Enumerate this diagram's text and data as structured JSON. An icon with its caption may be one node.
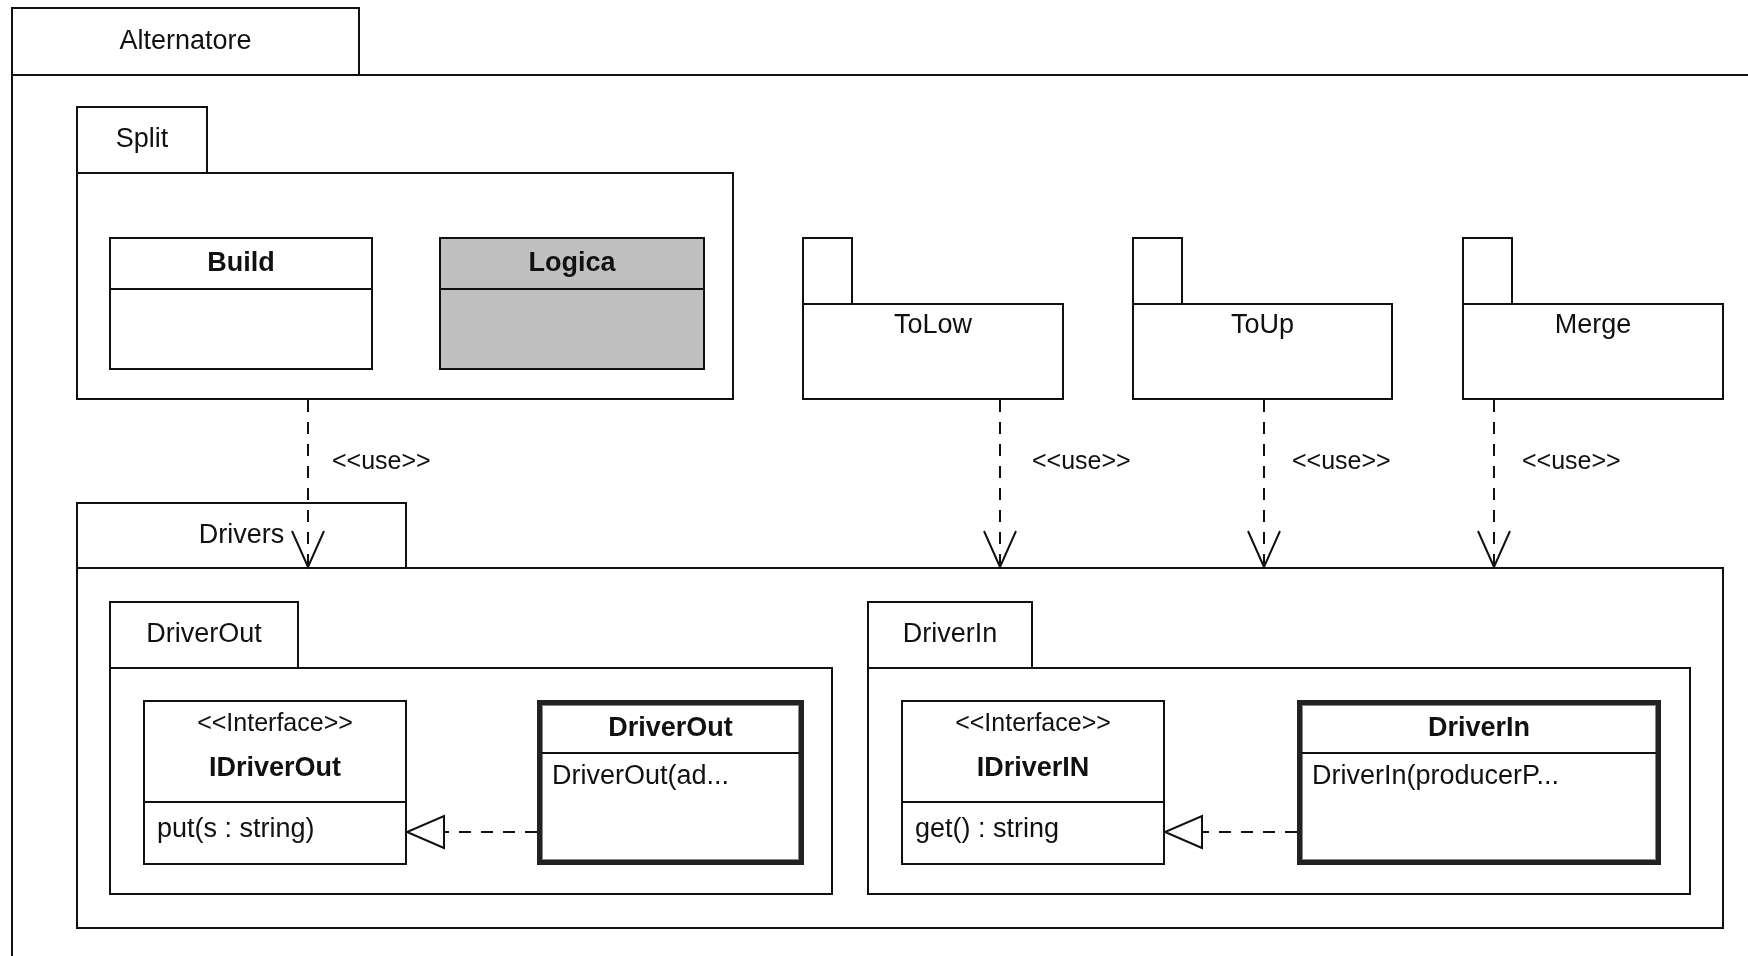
{
  "diagram": {
    "nodes": [
      {
        "text": [
          "Alternatore"
        ]
      },
      {
        "text": [
          "Split"
        ],
        "in": 0
      },
      {
        "text": [
          "Build"
        ],
        "in": 1
      },
      {
        "text": [
          "Logica"
        ],
        "in": 1
      },
      {
        "text": [
          "ToLow"
        ],
        "in": 0
      },
      {
        "text": [
          "ToUp"
        ],
        "in": 0
      },
      {
        "text": [
          "Merge"
        ],
        "in": 0
      },
      {
        "text": [
          "Drivers"
        ],
        "in": 0
      },
      {
        "text": [
          "DriverOut"
        ],
        "in": 7
      },
      {
        "text": [
          "<<Interface>>",
          "IDriverOut",
          "put(s : string)"
        ],
        "in": 8
      },
      {
        "text": [
          "DriverOut",
          "DriverOut(ad..."
        ],
        "in": 8
      },
      {
        "text": [
          "DriverIn"
        ],
        "in": 7
      },
      {
        "text": [
          "<<Interface>>",
          "IDriverIN",
          "get() : string"
        ],
        "in": 11
      },
      {
        "text": [
          "DriverIn",
          "DriverIn(producerP..."
        ],
        "in": 11
      }
    ],
    "edges": [
      {
        "from": 1,
        "to": 7,
        "arrow": "to",
        "label": "<<use>>",
        "style": "dashed"
      },
      {
        "from": 4,
        "to": 7,
        "arrow": "to",
        "label": "<<use>>",
        "style": "dashed"
      },
      {
        "from": 5,
        "to": 7,
        "arrow": "to",
        "label": "<<use>>",
        "style": "dashed"
      },
      {
        "from": 6,
        "to": 7,
        "arrow": "to",
        "label": "<<use>>",
        "style": "dashed"
      },
      {
        "from": 10,
        "to": 9,
        "arrow": "to",
        "style": "dashed"
      },
      {
        "from": 13,
        "to": 12,
        "arrow": "to",
        "style": "dashed"
      }
    ]
  }
}
